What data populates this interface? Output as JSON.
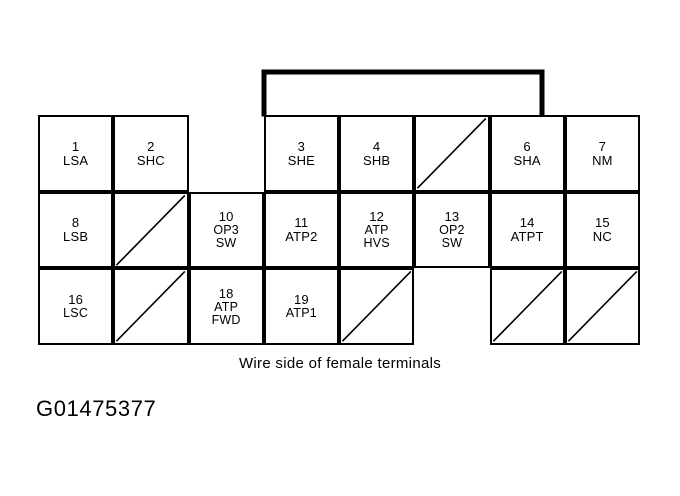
{
  "figure": {
    "id_label": "G01475377",
    "caption": "Wire side of female terminals",
    "ink_color": "#000000",
    "background_color": "#ffffff"
  },
  "connector": {
    "columns": 8,
    "rows": 3,
    "bracket": {
      "name": "harness-bracket",
      "spans_columns": "4-7"
    },
    "cells": [
      {
        "row": 1,
        "col": 1,
        "type": "pin",
        "number": "1",
        "label": "LSA"
      },
      {
        "row": 1,
        "col": 2,
        "type": "pin",
        "number": "2",
        "label": "SHC"
      },
      {
        "row": 1,
        "col": 3,
        "type": "empty",
        "number": "",
        "label": ""
      },
      {
        "row": 1,
        "col": 4,
        "type": "pin",
        "number": "3",
        "label": "SHE"
      },
      {
        "row": 1,
        "col": 5,
        "type": "pin",
        "number": "4",
        "label": "SHB"
      },
      {
        "row": 1,
        "col": 6,
        "type": "blank",
        "number": "",
        "label": ""
      },
      {
        "row": 1,
        "col": 7,
        "type": "pin",
        "number": "6",
        "label": "SHA"
      },
      {
        "row": 1,
        "col": 8,
        "type": "pin",
        "number": "7",
        "label": "NM"
      },
      {
        "row": 2,
        "col": 1,
        "type": "pin",
        "number": "8",
        "label": "LSB"
      },
      {
        "row": 2,
        "col": 2,
        "type": "blank",
        "number": "",
        "label": ""
      },
      {
        "row": 2,
        "col": 3,
        "type": "pin",
        "number": "10",
        "label": "OP3\nSW"
      },
      {
        "row": 2,
        "col": 4,
        "type": "pin",
        "number": "11",
        "label": "ATP2"
      },
      {
        "row": 2,
        "col": 5,
        "type": "pin",
        "number": "12",
        "label": "ATP\nHVS"
      },
      {
        "row": 2,
        "col": 6,
        "type": "pin",
        "number": "13",
        "label": "OP2\nSW"
      },
      {
        "row": 2,
        "col": 7,
        "type": "pin",
        "number": "14",
        "label": "ATPT"
      },
      {
        "row": 2,
        "col": 8,
        "type": "pin",
        "number": "15",
        "label": "NC"
      },
      {
        "row": 3,
        "col": 1,
        "type": "pin",
        "number": "16",
        "label": "LSC"
      },
      {
        "row": 3,
        "col": 2,
        "type": "blank",
        "number": "",
        "label": ""
      },
      {
        "row": 3,
        "col": 3,
        "type": "pin",
        "number": "18",
        "label": "ATP\nFWD"
      },
      {
        "row": 3,
        "col": 4,
        "type": "pin",
        "number": "19",
        "label": "ATP1"
      },
      {
        "row": 3,
        "col": 5,
        "type": "blank",
        "number": "",
        "label": ""
      },
      {
        "row": 3,
        "col": 6,
        "type": "empty",
        "number": "",
        "label": ""
      },
      {
        "row": 3,
        "col": 7,
        "type": "blank",
        "number": "",
        "label": ""
      },
      {
        "row": 3,
        "col": 8,
        "type": "blank",
        "number": "",
        "label": ""
      }
    ]
  }
}
